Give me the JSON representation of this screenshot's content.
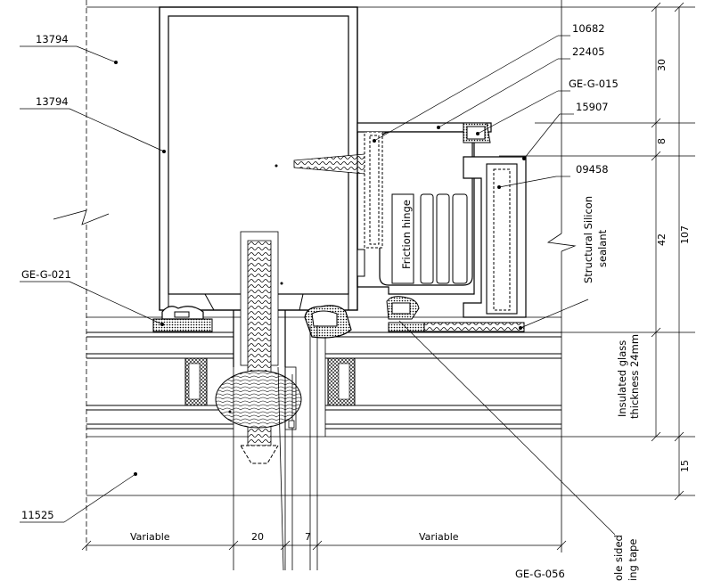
{
  "labels": {
    "l13794a": "13794",
    "l13794b": "13794",
    "l10682": "10682",
    "l22405": "22405",
    "lgeg015": "GE-G-015",
    "l15907": "15907",
    "l09458": "09458",
    "lgeg021": "GE-G-021",
    "l11525": "11525",
    "friction": "Friction hinge",
    "silicon1": "Structural Silicon",
    "silicon2": "sealant",
    "glass1": "Insulated glass",
    "glass2": "thickness 24mm",
    "tape1": "ole sided",
    "tape2": "ing tape"
  },
  "dimensions": {
    "d30": "30",
    "d8": "8",
    "d42": "42",
    "d107": "107",
    "d15": "15",
    "dvar1": "Variable",
    "d20": "20",
    "d7": "7",
    "dvar2": "Variable"
  },
  "footer": {
    "code": "GE-G-056"
  }
}
